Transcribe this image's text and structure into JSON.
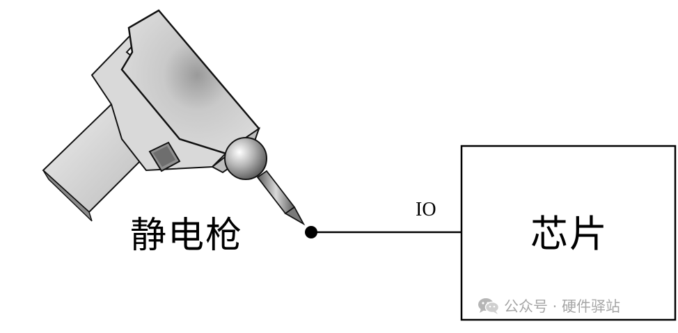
{
  "diagram": {
    "gun_label": "静电枪",
    "io_label": "IO",
    "chip_label": "芯片"
  },
  "watermark": {
    "icon": "wechat-icon",
    "text": "公众号 · 硬件驿站"
  },
  "colors": {
    "line": "#000000",
    "gun_body_light": "#e4e4e4",
    "gun_body_mid": "#c4c4c4",
    "gun_body_dark": "#7d7d7d",
    "watermark": "#a6a6a6"
  }
}
